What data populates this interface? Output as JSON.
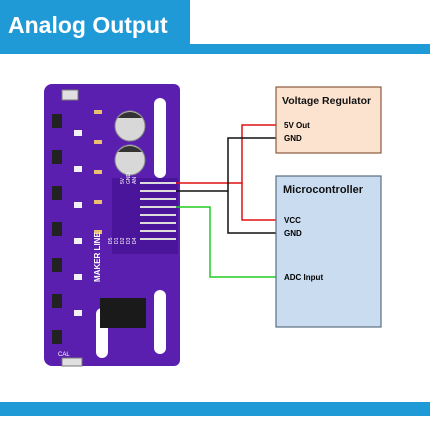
{
  "header": {
    "title": "Analog Output"
  },
  "voltage_regulator": {
    "title": "Voltage Regulator",
    "pins": [
      "5V Out",
      "GND"
    ]
  },
  "microcontroller": {
    "title": "Microcontroller",
    "pins": [
      "VCC",
      "GND",
      "ADC Input"
    ]
  },
  "board": {
    "brand": "MAKER LINE",
    "header_pins": [
      "5V",
      "GND",
      "AN",
      "D1",
      "D2",
      "D3",
      "D4",
      "D5"
    ],
    "side_label": "CAL"
  },
  "colors": {
    "accent": "#1f9ad6",
    "board_purple": "#5b1fb0",
    "regulator_fill": "#fce3d0",
    "regulator_stroke": "#8b5a3c",
    "micro_fill": "#c9dcf0",
    "micro_stroke": "#5a6d80",
    "wire_red": "#e01010",
    "wire_black": "#111111",
    "wire_green": "#22cc22"
  }
}
